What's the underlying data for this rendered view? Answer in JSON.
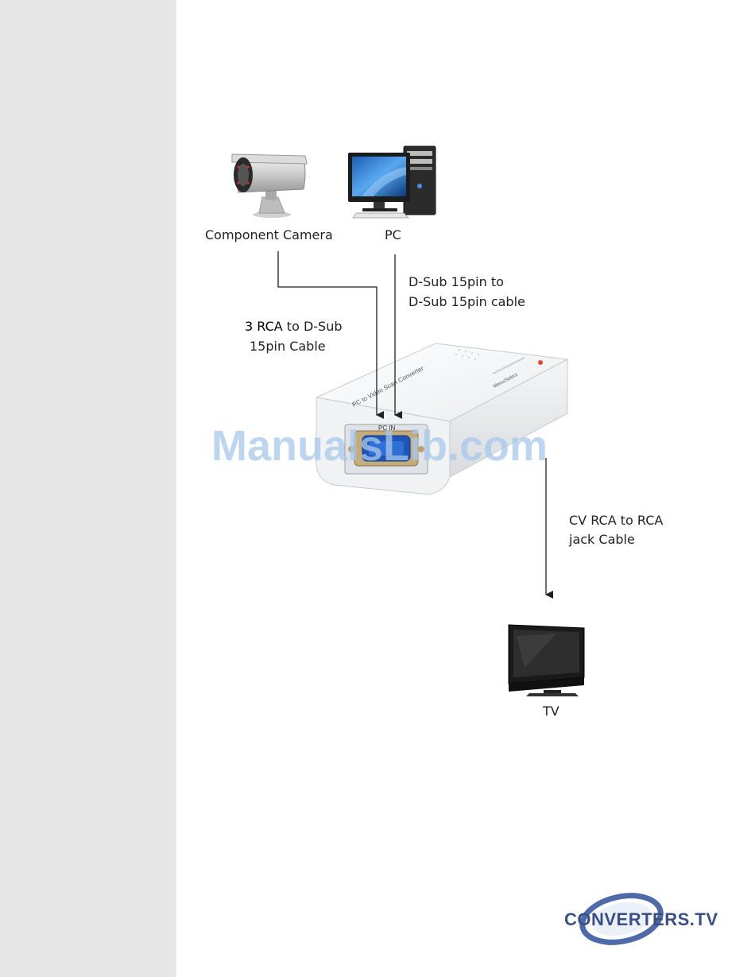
{
  "labels": {
    "camera": "Component Camera",
    "pc": "PC",
    "dsub_line1": "D-Sub 15pin to",
    "dsub_line2": "D-Sub 15pin cable",
    "rca_strong": "3 RCA",
    "rca_rest": " to D-Sub",
    "rca_line2": "15pin Cable",
    "cv_line1": "CV RCA to RCA",
    "cv_line2": "jack Cable",
    "tv": "TV",
    "port_label": "PC IN"
  },
  "watermark": "ManualsLib.com",
  "logo": {
    "text": "CONVERTERS.TV"
  },
  "colors": {
    "sidebar": "#e6e6e6",
    "line": "#231f20",
    "watermark": "#a9c8ec",
    "logo": "#3b4f86"
  }
}
